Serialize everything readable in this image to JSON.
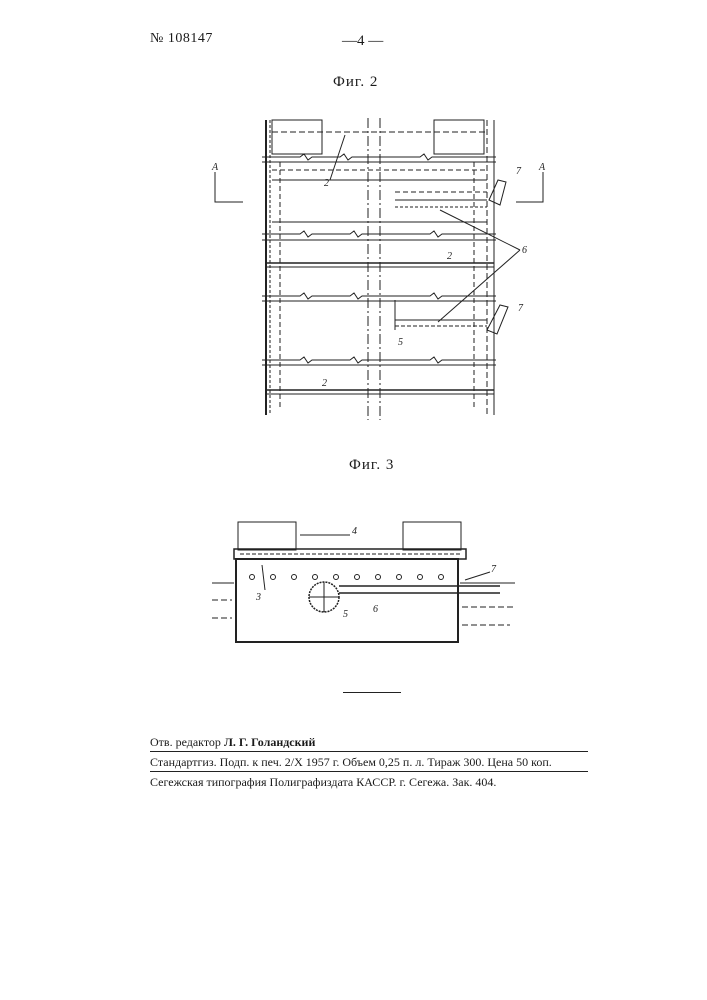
{
  "header": {
    "patent_number": "№ 108147",
    "page_number": "—4 —"
  },
  "figures": {
    "fig2": {
      "caption": "Фиг. 2",
      "section_mark_left": "А",
      "section_mark_right": "А",
      "labels": [
        "2",
        "2",
        "2",
        "6",
        "7",
        "7",
        "5"
      ]
    },
    "fig3": {
      "caption": "Фиг. 3",
      "labels": [
        "4",
        "3",
        "5",
        "6",
        "7"
      ]
    }
  },
  "imprint": {
    "editor_prefix": "Отв. редактор",
    "editor_name": "Л. Г. Голандский",
    "publisher": "Стандартгиз. Подп. к печ. 2/X 1957 г. Объем 0,25 п. л. Тираж 300. Цена 50 коп.",
    "printer": "Сегежская типография Полиграфиздата КАССР. г. Сегежа. Зак. 404."
  }
}
